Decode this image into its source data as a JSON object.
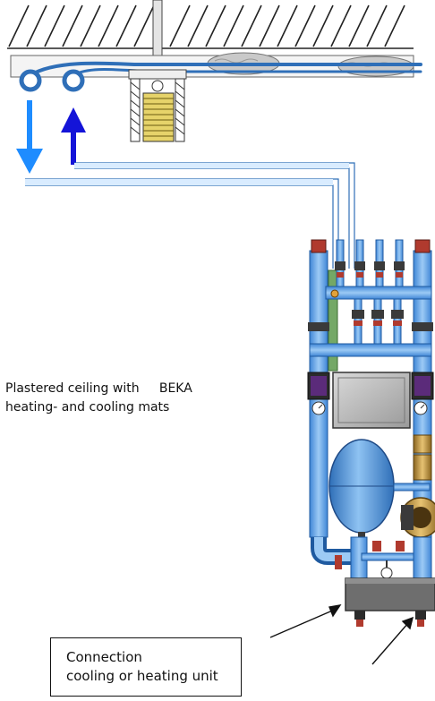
{
  "labels": {
    "ceiling_line1": "Plastered ceiling with     BEKA",
    "ceiling_line2": "heating- and cooling mats",
    "connection_line1": "Connection",
    "connection_line2": "cooling or heating unit"
  },
  "colors": {
    "pipe_blue": "#5aa2e6",
    "pipe_blue_dark": "#2f6fb8",
    "supply_arrow": "#1414d8",
    "return_arrow": "#1e8cff",
    "valve_red": "#b03a2e",
    "brass": "#c79a3a",
    "green_pipe": "#74a866",
    "grey_box": "#b9b9b9",
    "dark_base": "#6e6e6e"
  }
}
